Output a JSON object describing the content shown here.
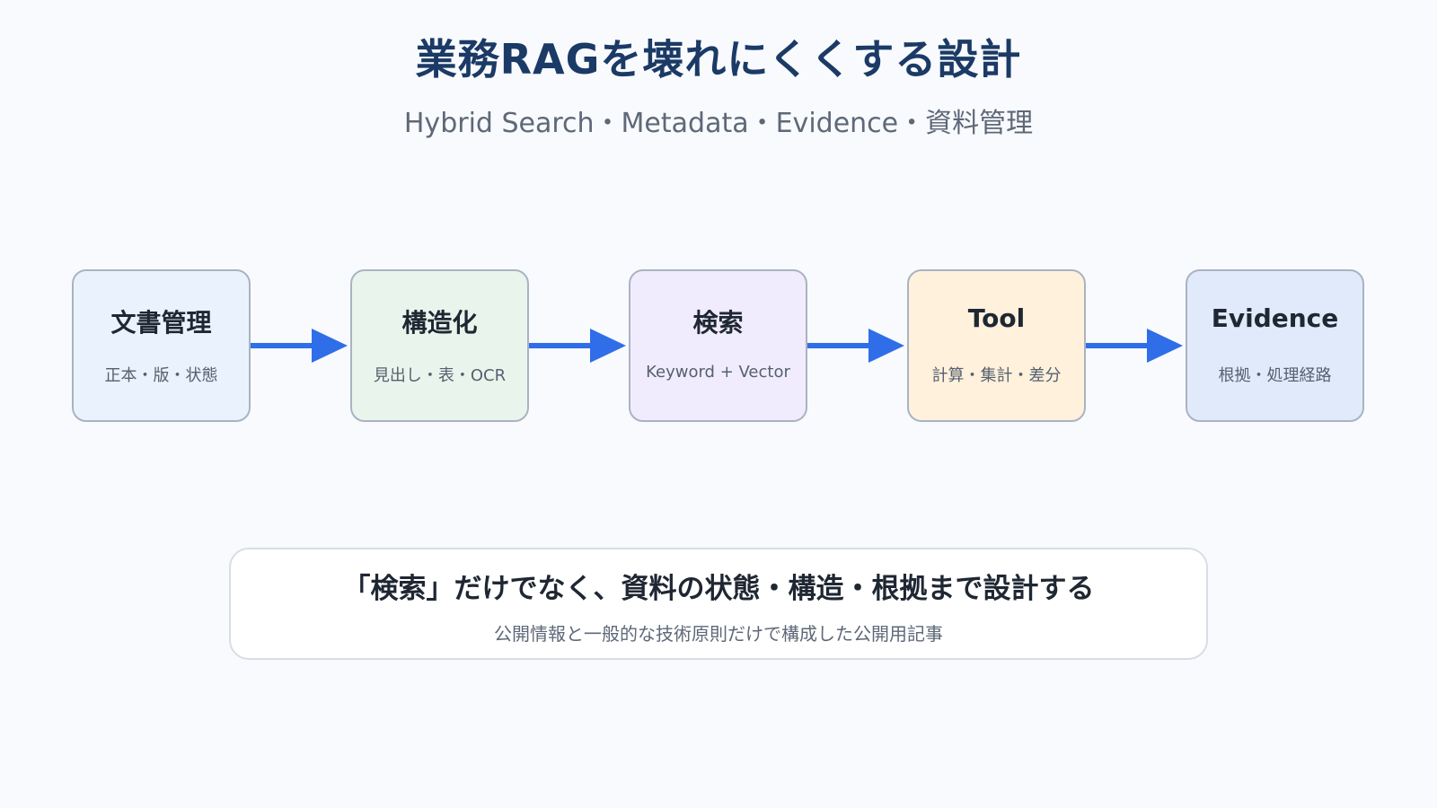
{
  "title": "業務RAGを壊れにくくする設計",
  "subtitle": "Hybrid Search・Metadata・Evidence・資料管理",
  "colors": {
    "title": "#1b3a66",
    "arrow": "#2f6ee8",
    "node_border": "#a9b3c2"
  },
  "flow": [
    {
      "title": "文書管理",
      "desc": "正本・版・状態",
      "fill": "#eaf2fd"
    },
    {
      "title": "構造化",
      "desc": "見出し・表・OCR",
      "fill": "#e9f5ec"
    },
    {
      "title": "検索",
      "desc": "Keyword + Vector",
      "fill": "#f1ecfd"
    },
    {
      "title": "Tool",
      "desc": "計算・集計・差分",
      "fill": "#fff1dc"
    },
    {
      "title": "Evidence",
      "desc": "根拠・処理経路",
      "fill": "#e0eafb"
    }
  ],
  "callout": {
    "headline": "「検索」だけでなく、資料の状態・構造・根拠まで設計する",
    "note": "公開情報と一般的な技術原則だけで構成した公開用記事"
  }
}
